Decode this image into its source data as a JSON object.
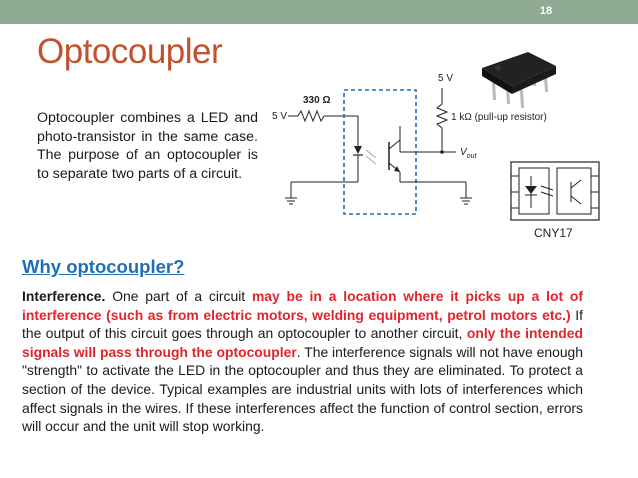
{
  "slide": {
    "number": "18",
    "title": "Optocoupler",
    "intro": "Optocoupler combines a LED and photo-transistor in the same case. The purpose of an optocoupler is to separate two parts of a circuit.",
    "subheading": "Why optocoupler?"
  },
  "circuit": {
    "supply_left": "5 V",
    "resistor_left": "330 Ω",
    "supply_right": "5 V",
    "resistor_right": "1 kΩ (pull-up resistor)",
    "output_label": "V",
    "output_subscript": "out"
  },
  "part": {
    "name": "CNY17"
  },
  "body": {
    "p1_lead": "Interference.",
    "p1_t1": " One part of a circuit ",
    "p1_r1": "may be in a location where it picks up a lot of interference (such as from electric motors, welding equipment, petrol motors etc.)",
    "p1_t2": " If the output of this circuit goes through an optocoupler to another circuit, ",
    "p1_r2": "only the intended signals will pass through the optocoupler",
    "p1_t3": ". The interference signals will not have enough \"strength\" to activate the LED in the optocoupler and thus they are eliminated. To protect a section of the device. Typical examples are industrial units with lots of interferences which affect signals in the wires. If these interferences affect the function of control section, errors will occur and the unit will stop working."
  },
  "colors": {
    "band": "#8faa92",
    "title": "#c4512d",
    "subheading": "#1f6fb6",
    "highlight": "#e2232a",
    "dashed_box": "#1f6fb6"
  }
}
